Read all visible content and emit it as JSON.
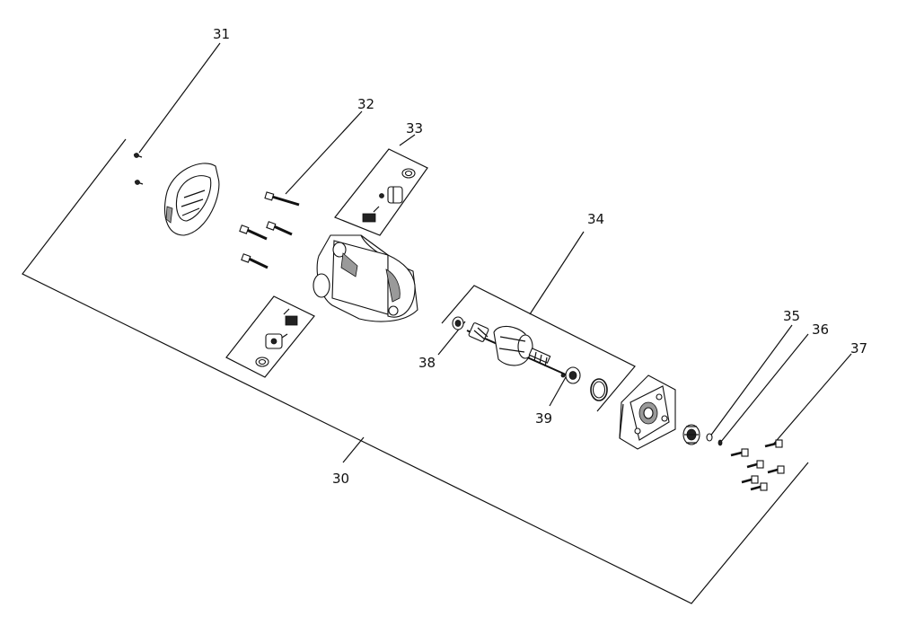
{
  "diagram": {
    "labels": {
      "l30": "30",
      "l31": "31",
      "l32": "32",
      "l33": "33",
      "l34": "34",
      "l35": "35",
      "l36": "36",
      "l37": "37",
      "l38": "38",
      "l39": "39"
    }
  }
}
